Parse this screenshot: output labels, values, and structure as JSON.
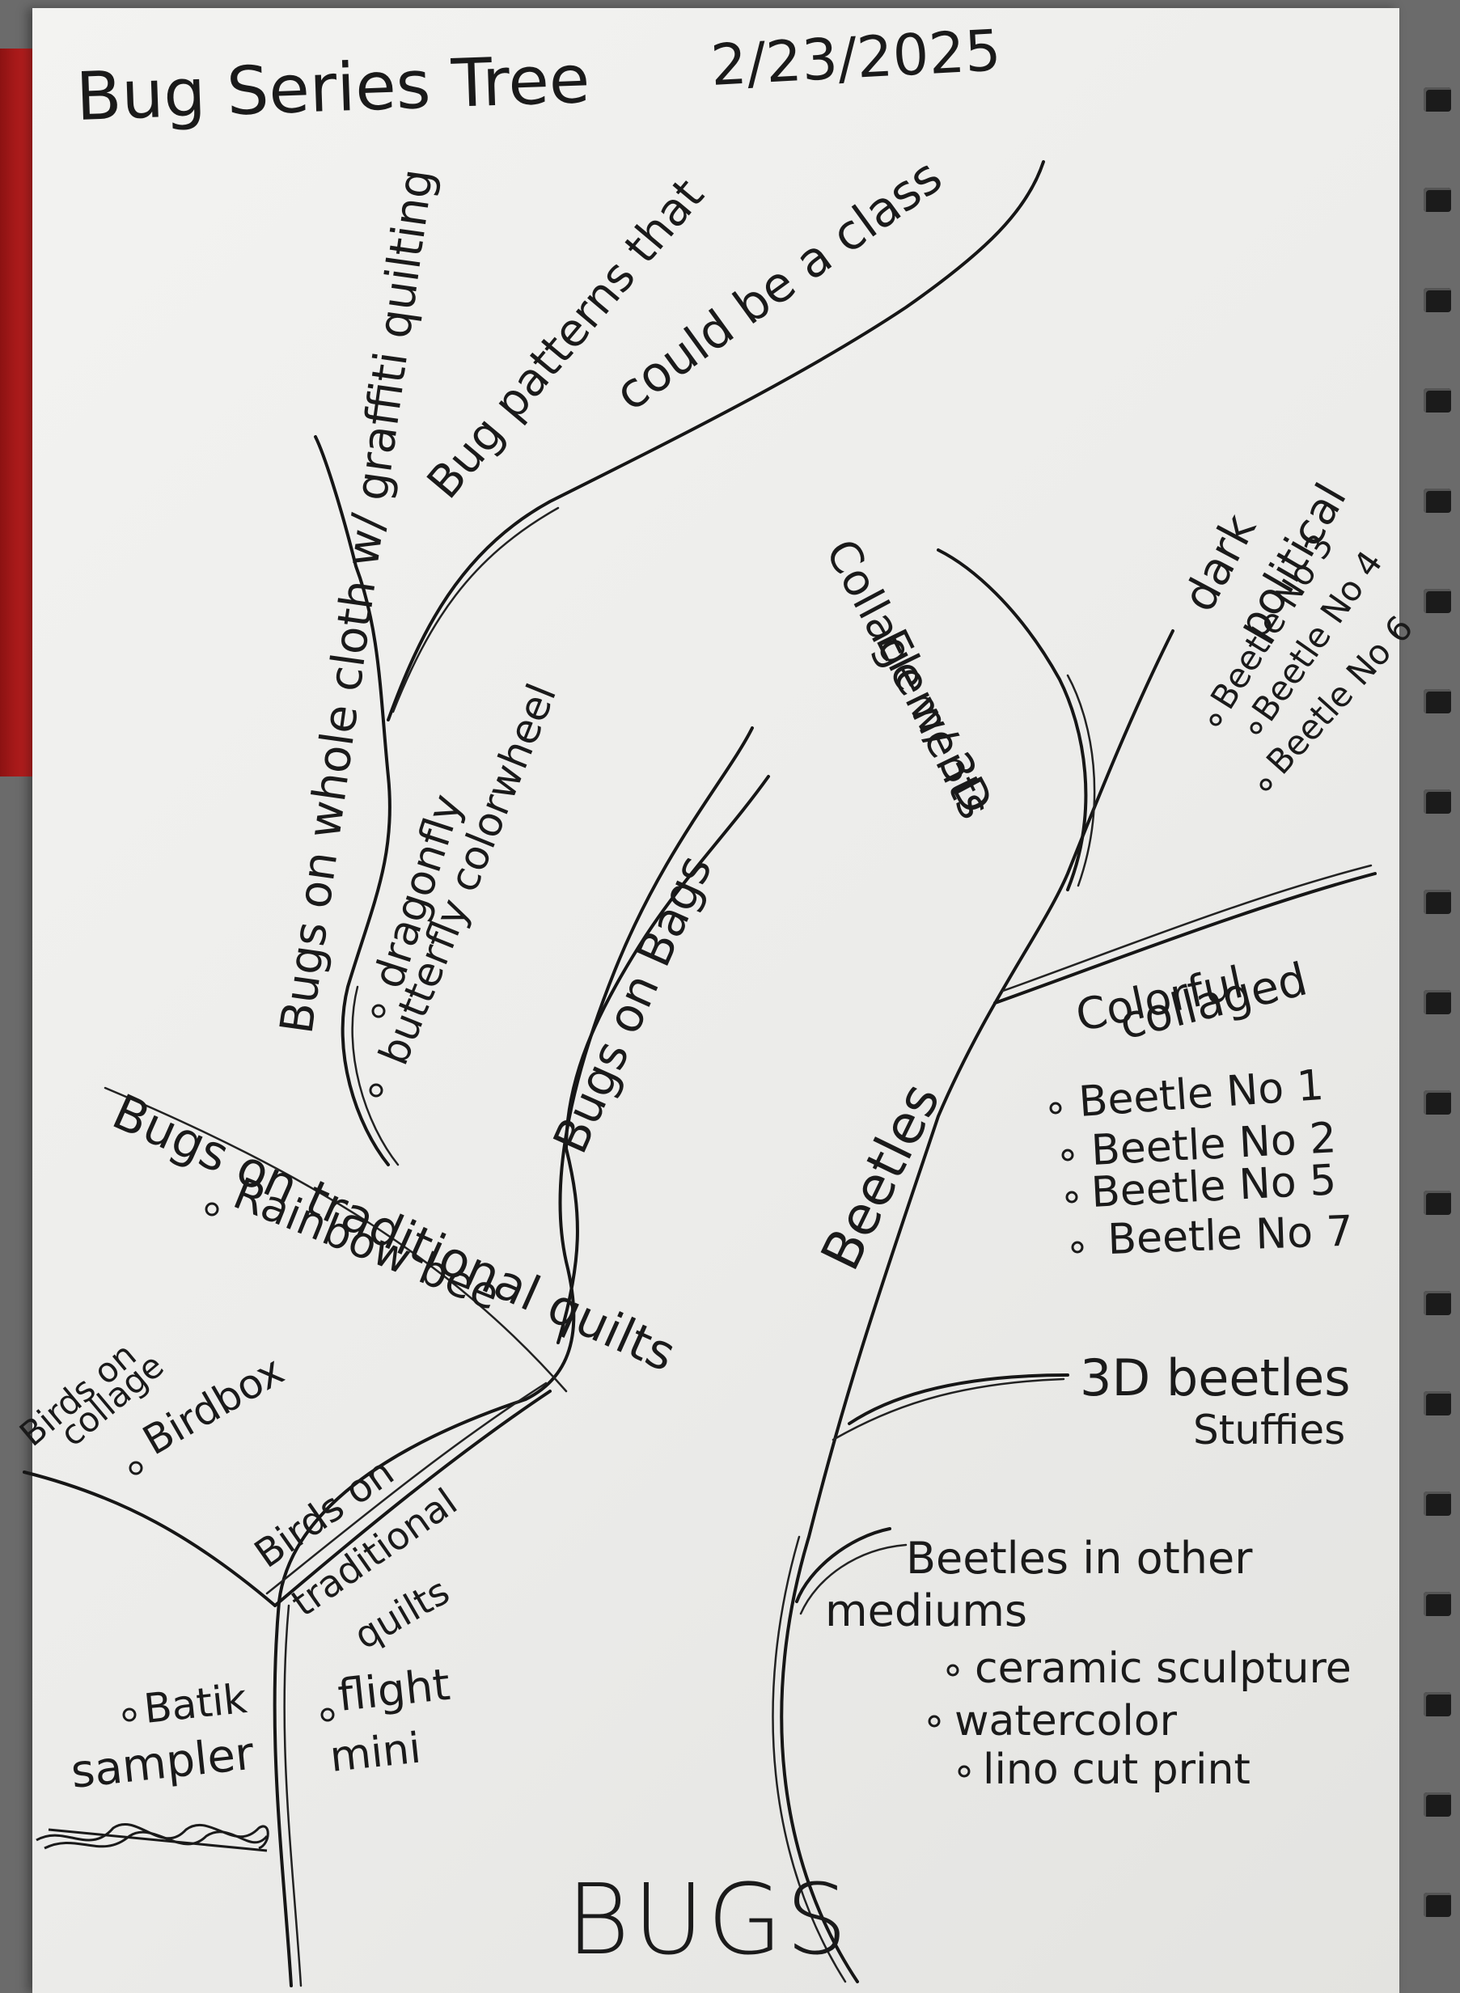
{
  "title": "Bug Series Tree",
  "date": "2/23/2025",
  "root": "BUGS",
  "branches": {
    "whole_cloth": "Bugs on whole cloth w/ graffiti quilting",
    "whole_cloth_items": [
      "dragonfly",
      "butterfly colorwheel"
    ],
    "patterns": [
      "Bug patterns that",
      "could be a class"
    ],
    "bags": "Bugs on Bags",
    "traditional": "Bugs on traditional quilts",
    "traditional_items": [
      "Rainbow bee"
    ],
    "birds_collage": [
      "Birds on",
      "collage"
    ],
    "birds_collage_items": [
      "Birdbox"
    ],
    "birds_traditional": [
      "Birds on",
      "traditional",
      "quilts"
    ],
    "batik": [
      "Batik",
      "sampler"
    ],
    "flight": [
      "flight",
      "mini"
    ],
    "beetles": "Beetles",
    "collage3d": [
      "Collage w/ 3D",
      "Elements"
    ],
    "dark": [
      "dark",
      "political"
    ],
    "dark_items": [
      "Beetle No 3",
      "Beetle No 4",
      "Beetle No 6"
    ],
    "colorful": [
      "Colorful",
      "collaged"
    ],
    "colorful_items": [
      "Beetle No 1",
      "Beetle No 2",
      "Beetle No 5",
      "Beetle No 7"
    ],
    "three_d": "3D beetles",
    "stuffies": "Stuffies",
    "other_mediums": [
      "Beetles in other",
      "mediums"
    ],
    "other_items": [
      "ceramic sculpture",
      "watercolor",
      "lino cut print"
    ]
  }
}
